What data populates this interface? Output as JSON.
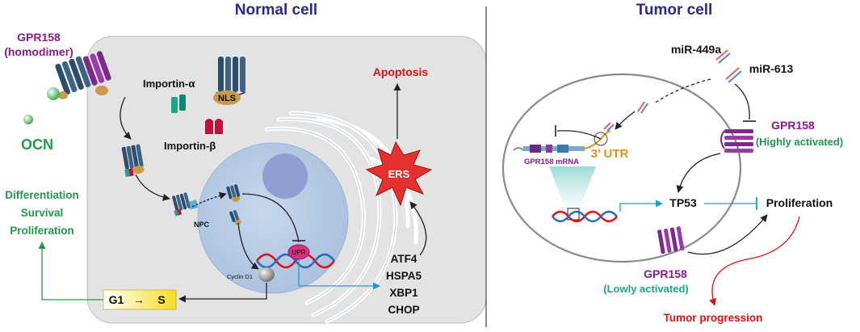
{
  "normal_cell": {
    "title": "Normal cell",
    "receptor_name": "GPR158",
    "receptor_form": "(homodimer)",
    "ligand": "OCN",
    "importin_a": "Importin-α",
    "importin_b": "Importin-β",
    "nls": "NLS",
    "npc": "NPC",
    "cyclin": "Cyclin D1",
    "upr": "UPR",
    "ers": "ERS",
    "apoptosis": "Apoptosis",
    "outcomes": [
      "Differentiation",
      "Survival",
      "Proliferation"
    ],
    "cell_cycle": {
      "from": "G1",
      "arrow": "→",
      "to": "S"
    },
    "upr_genes": [
      "ATF4",
      "HSPA5",
      "XBP1",
      "CHOP"
    ]
  },
  "tumor_cell": {
    "title": "Tumor cell",
    "mirna_1": "miR-449a",
    "mirna_2": "miR-613",
    "mrna": "GPR158 mRNA",
    "utr": "3’ UTR",
    "receptor_high": "GPR158",
    "state_high": "(Highly activated)",
    "receptor_low": "GPR158",
    "state_low": "(Lowly activated)",
    "tp53": "TP53",
    "proliferation": "Proliferation",
    "outcome": "Tumor progression"
  },
  "colors": {
    "title": "#2a2a8c",
    "purple": "#8b1a8b",
    "green": "#1e9a4a",
    "red": "#e01010",
    "teal": "#1aa58a",
    "orange": "#e8901a",
    "blue_line": "#1e9ad6",
    "cell_fill": "#e3e3e3",
    "nucleus": "#b8cde6"
  }
}
